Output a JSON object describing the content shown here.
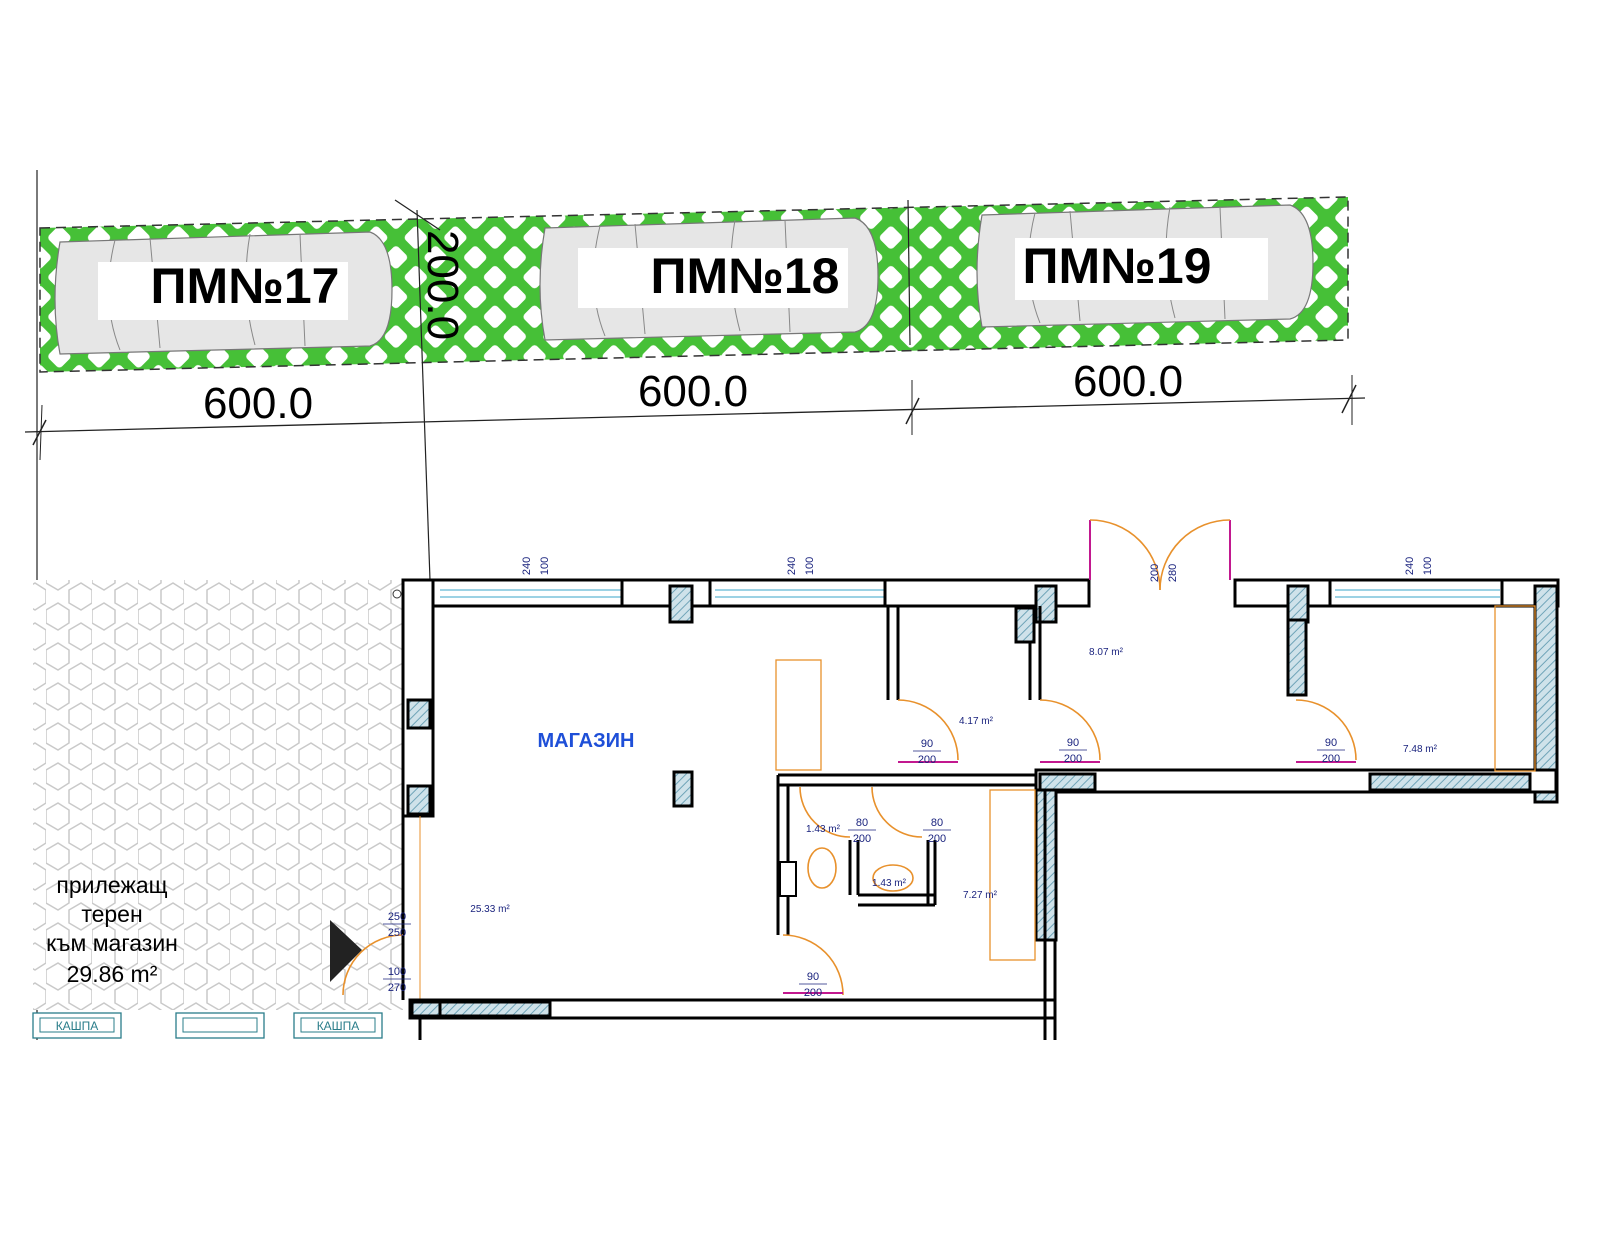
{
  "parking": {
    "spaces": [
      {
        "label": "ПМ№17",
        "width_dim": "600.0"
      },
      {
        "label": "ПМ№18",
        "width_dim": "600.0"
      },
      {
        "label": "ПМ№19",
        "width_dim": "600.0"
      }
    ],
    "depth_dim": "200.0"
  },
  "store": {
    "name": "МАГАЗИН",
    "rooms": [
      {
        "area": "25.33 m²"
      },
      {
        "area": "4.17 m²"
      },
      {
        "area": "8.07 m²"
      },
      {
        "area": "7.48 m²"
      },
      {
        "area": "1.43 m²"
      },
      {
        "area": "1.43 m²"
      },
      {
        "area": "7.27 m²"
      }
    ],
    "windows": [
      {
        "w": "240",
        "h": "100"
      },
      {
        "w": "240",
        "h": "100"
      },
      {
        "w": "240",
        "h": "100"
      }
    ],
    "entrance": {
      "w": "200",
      "h": "280"
    },
    "doors": [
      {
        "w": "90",
        "h": "200"
      },
      {
        "w": "90",
        "h": "200"
      },
      {
        "w": "90",
        "h": "200"
      },
      {
        "w": "80",
        "h": "200"
      },
      {
        "w": "80",
        "h": "200"
      },
      {
        "w": "90",
        "h": "200"
      }
    ],
    "side_entrance": {
      "a": "250",
      "b": "250",
      "c": "100",
      "d": "270"
    }
  },
  "adjacent": {
    "line1": "прилежащ",
    "line2": "терен",
    "line3": "към магазин",
    "area": "29.86 m²"
  },
  "planters": [
    "КАШПА",
    "КАШПА"
  ],
  "colors": {
    "grass": "#46c037",
    "walls": "#000000",
    "hatch": "#6fa4b8",
    "door_arc": "#e8912c",
    "door_leaf": "#c2188f",
    "room_label": "#1e4fd8"
  }
}
